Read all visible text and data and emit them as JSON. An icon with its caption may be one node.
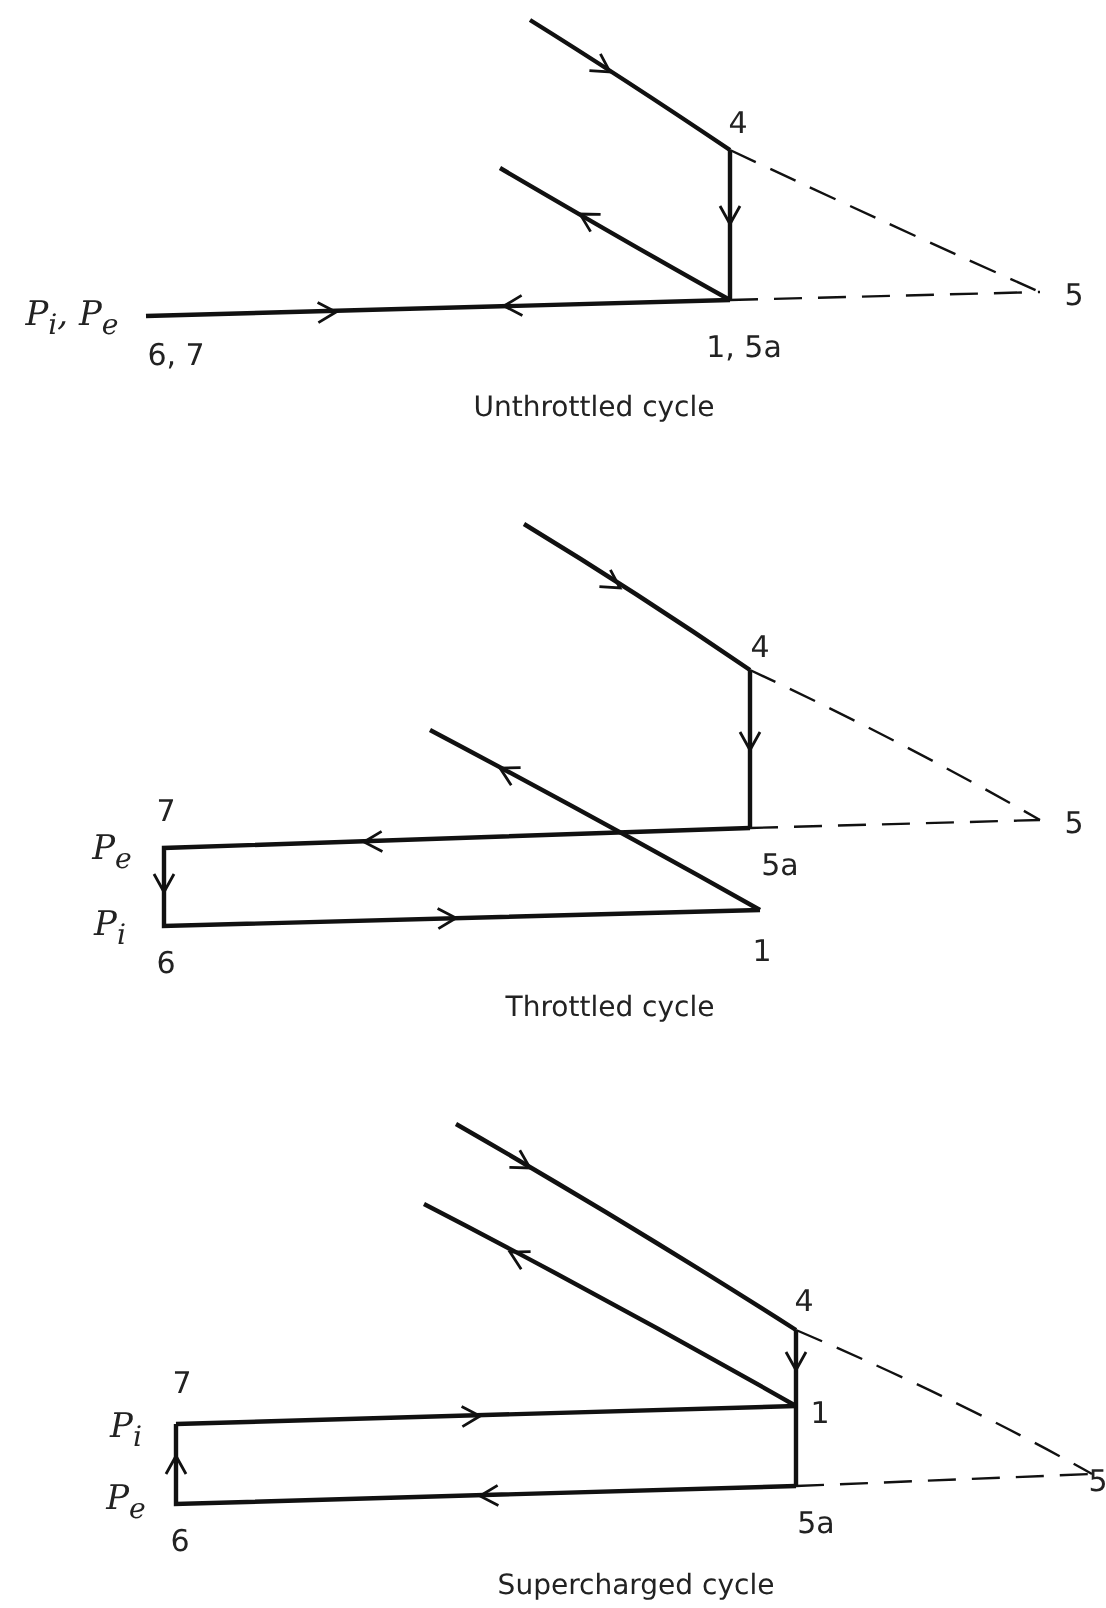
{
  "diagram": {
    "labels": [
      "4",
      "5",
      "P$_{i}$, P$_{e}$",
      "6, 7",
      "1, 5a",
      "Unthrottled cycle",
      "4",
      "7",
      "P$_{e}$",
      "5",
      "5a",
      "P$_{i}$",
      "6",
      "1",
      "Throttled cycle",
      "4",
      "7",
      "1",
      "P$_{i}$",
      "5",
      "P$_{e}$",
      "5a",
      "6",
      "Supercharged cycle"
    ]
  }
}
